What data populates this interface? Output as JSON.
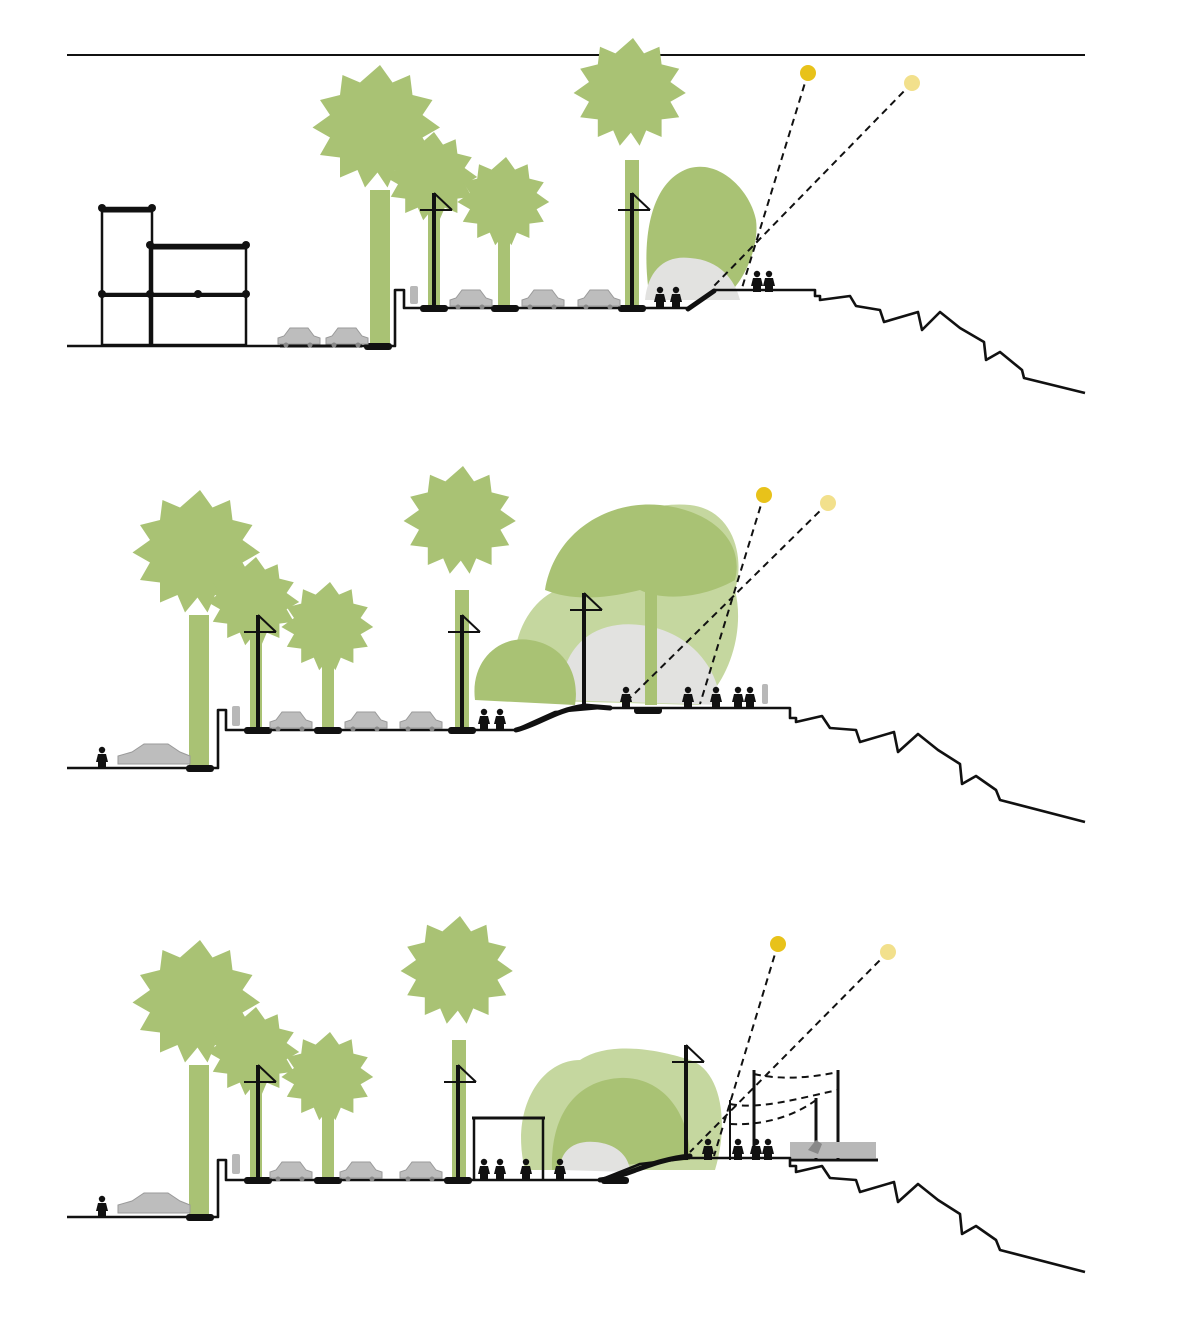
{
  "diagram": {
    "type": "street-cross-sections",
    "panels": [
      {
        "id": "section-1",
        "features": [
          "building",
          "parking",
          "palm-trees",
          "utility-poles",
          "cars",
          "hedge",
          "pedestrians",
          "terrace",
          "sloped-hillside",
          "sun-rays"
        ]
      },
      {
        "id": "section-2",
        "features": [
          "pedestrian",
          "car",
          "palm-trees",
          "utility-poles",
          "parked-cars",
          "green-mound",
          "canopy-trees",
          "pedestrians",
          "terrace",
          "sloped-hillside",
          "sun-rays"
        ]
      },
      {
        "id": "section-3",
        "features": [
          "pedestrian",
          "car",
          "palm-trees",
          "utility-poles",
          "parked-cars",
          "shelter",
          "canopy-trees",
          "pergola",
          "bench",
          "terrace",
          "sloped-hillside",
          "sun-rays"
        ]
      }
    ],
    "colors": {
      "tree_dark": "#a9c274",
      "tree_light": "#c5d79f",
      "sun_strong": "#e8c21a",
      "sun_soft": "#f2e08c",
      "line": "#111111",
      "car": "#bdbdbd"
    }
  }
}
